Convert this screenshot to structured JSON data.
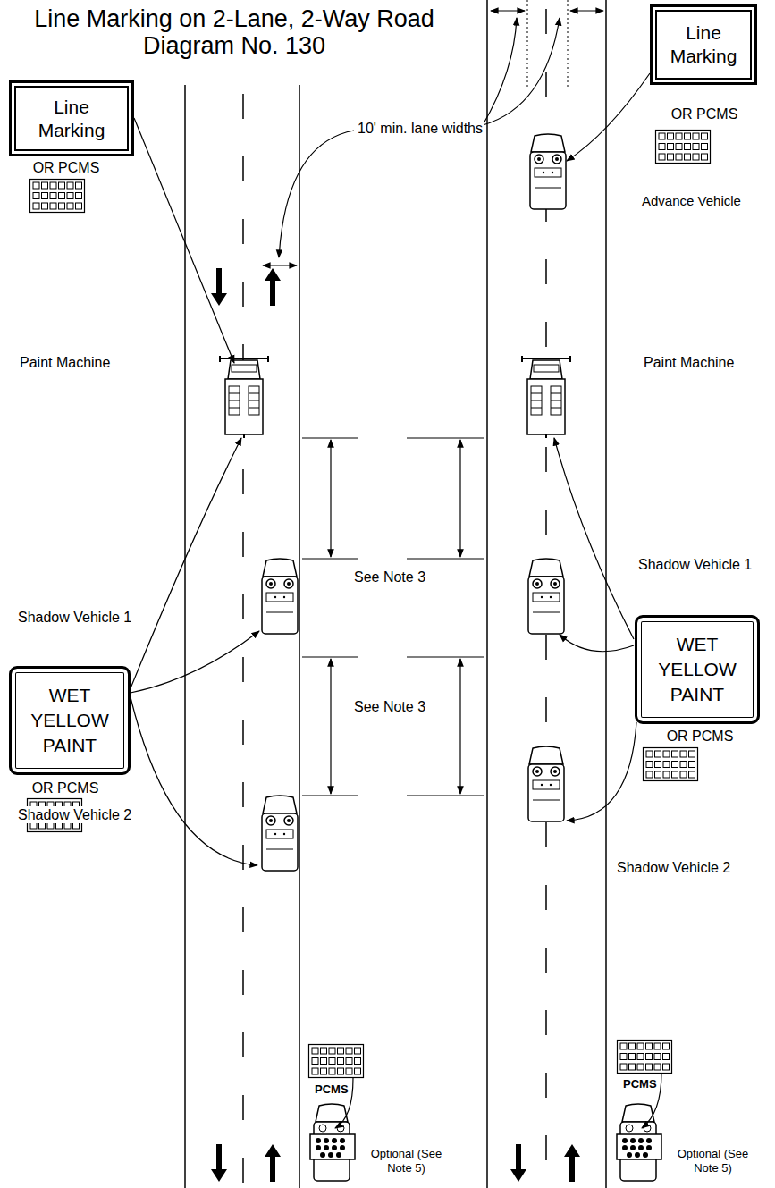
{
  "diagram": {
    "title": "Line Marking on 2-Lane, 2-Way Road Diagram No. 130",
    "nodes": [
      {
        "text": [
          "Line Marking"
        ]
      },
      {
        "text": [
          "Line Marking"
        ]
      },
      {
        "text": [
          "WET YELLOW PAINT"
        ]
      },
      {
        "text": [
          "WET YELLOW PAINT"
        ]
      }
    ],
    "labels": [
      "10' min. lane widths",
      "OR PCMS",
      "OR PCMS",
      "Advance Vehicle",
      "Paint Machine",
      "Paint Machine",
      "See Note 3",
      "See Note 3",
      "Shadow Vehicle 1",
      "Shadow Vehicle 1",
      "OR PCMS",
      "OR PCMS",
      "Shadow Vehicle 2",
      "Shadow Vehicle 2",
      "PCMS",
      "PCMS",
      "Optional (See Note 5)",
      "Optional (See Note 5)"
    ]
  }
}
